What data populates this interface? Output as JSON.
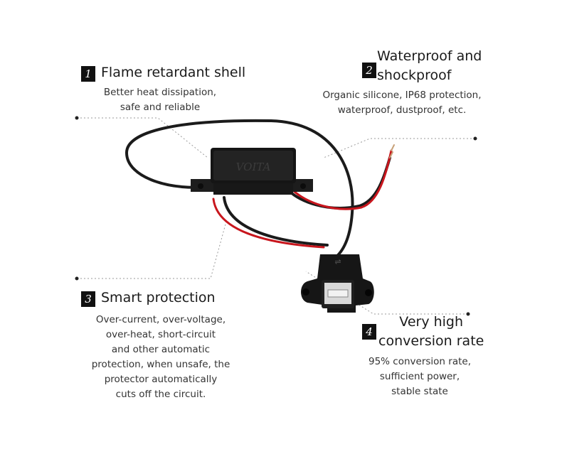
{
  "features": [
    {
      "number": "1",
      "title": "Flame retardant shell",
      "desc": [
        "Better heat dissipation,",
        "safe and reliable"
      ]
    },
    {
      "number": "2",
      "title": [
        "Waterproof and",
        "shockproof"
      ],
      "desc": [
        "Organic silicone, IP68 protection,",
        "waterproof, dustproof, etc."
      ]
    },
    {
      "number": "3",
      "title": "Smart protection",
      "desc": [
        "Over-current, over-voltage,",
        "over-heat, short-circuit",
        "and other automatic",
        "protection, when unsafe, the",
        "protector automatically",
        "cuts off the circuit."
      ]
    },
    {
      "number": "4",
      "title": [
        "Very high",
        "conversion rate"
      ],
      "desc": [
        "95% conversion rate,",
        "sufficient power,",
        "stable state"
      ]
    }
  ],
  "product": {
    "brand_embossing": "VOITA"
  },
  "colors": {
    "body": "#151515",
    "cable_black": "#1b1b1b",
    "cable_red": "#c8161d",
    "leader_line": "#9a9a9a"
  }
}
